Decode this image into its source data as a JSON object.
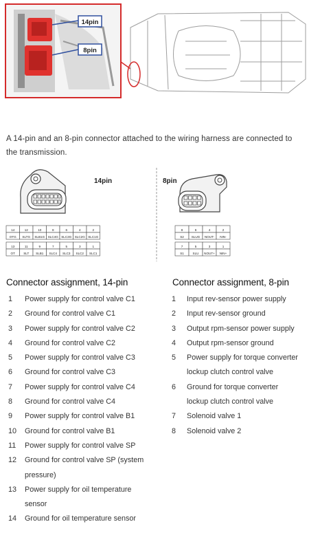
{
  "figure_top": {
    "callout_14": "14pin",
    "callout_8": "8pin"
  },
  "intro_text": "A 14-pin and an 8-pin connector attached to the wiring harness are connected to the transmission.",
  "connector14": {
    "title": "14pin",
    "top_numbers": [
      "14",
      "12",
      "10",
      "8",
      "6",
      "4",
      "2"
    ],
    "top_labels": [
      "OTG",
      "SLTG",
      "SLB1G",
      "SLC4G",
      "SLC3G",
      "SLC2G",
      "SLC1G"
    ],
    "bottom_numbers": [
      "13",
      "11",
      "9",
      "7",
      "5",
      "3",
      "1"
    ],
    "bottom_labels": [
      "OT",
      "SLT",
      "SLB1",
      "SLC4",
      "SLC3",
      "SLC2",
      "SLC1"
    ]
  },
  "connector8": {
    "title": "8pin",
    "top_numbers": [
      "8",
      "6",
      "4",
      "2"
    ],
    "top_labels": [
      "S2",
      "SLUG",
      "NOUT-",
      "NIN-"
    ],
    "bottom_numbers": [
      "7",
      "5",
      "3",
      "1"
    ],
    "bottom_labels": [
      "S1",
      "SLU",
      "NOUT+",
      "NIN+"
    ]
  },
  "section14": {
    "heading": "Connector assignment, 14-pin",
    "items": [
      {
        "num": "1",
        "text": "Power supply for control valve C1"
      },
      {
        "num": "2",
        "text": "Ground for control valve C1"
      },
      {
        "num": "3",
        "text": "Power supply for control valve C2"
      },
      {
        "num": "4",
        "text": "Ground for control valve C2"
      },
      {
        "num": "5",
        "text": "Power supply for control valve C3"
      },
      {
        "num": "6",
        "text": "Ground for control valve C3"
      },
      {
        "num": "7",
        "text": "Power supply for control valve C4"
      },
      {
        "num": "8",
        "text": "Ground for control valve C4"
      },
      {
        "num": "9",
        "text": "Power supply for control valve B1"
      },
      {
        "num": "10",
        "text": "Ground for control valve B1"
      },
      {
        "num": "11",
        "text": "Power supply for control valve SP"
      },
      {
        "num": "12",
        "text": "Ground for control valve SP (system",
        "cont": "pressure)"
      },
      {
        "num": "13",
        "text": "Power supply for oil temperature",
        "cont": "sensor"
      },
      {
        "num": "14",
        "text": "Ground for oil temperature sensor"
      }
    ]
  },
  "section8": {
    "heading": "Connector assignment, 8-pin",
    "items": [
      {
        "num": "1",
        "text": "Input rev-sensor power supply"
      },
      {
        "num": "2",
        "text": "Input rev-sensor ground"
      },
      {
        "num": "3",
        "text": "Output rpm-sensor power supply"
      },
      {
        "num": "4",
        "text": "Output rpm-sensor ground"
      },
      {
        "num": "5",
        "text": "Power supply for torque converter",
        "cont": "lockup clutch control valve"
      },
      {
        "num": "6",
        "text": "Ground for torque converter",
        "cont": "lockup clutch control valve"
      },
      {
        "num": "7",
        "text": "Solenoid valve 1"
      },
      {
        "num": "8",
        "text": "Solenoid valve 2"
      }
    ]
  },
  "colors": {
    "callout_red": "#d42a2a",
    "connector_red": "#e0322e",
    "callout_blue": "#2f4f9e"
  }
}
